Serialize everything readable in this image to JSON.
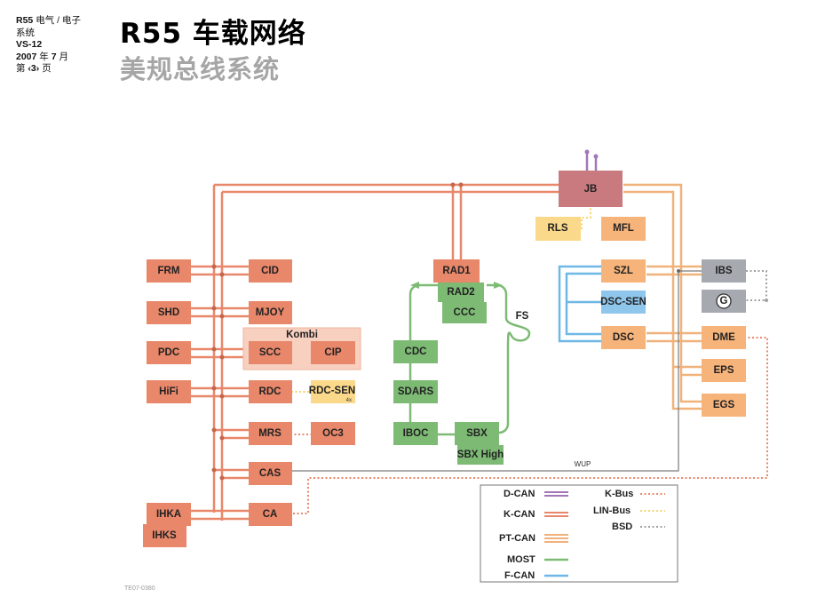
{
  "header": {
    "line1_a": "R55",
    "line1_b": "电气 / 电子",
    "line2": "系统",
    "line3": "VS-12",
    "line4_year": "2007",
    "line4_mid": "年",
    "line4_month": "7",
    "line4_end": "月",
    "line5_a": "第",
    "line5_num": "‹3›",
    "line5_b": "页"
  },
  "title": "R55 车载网络",
  "subtitle": "美规总线系统",
  "modules": {
    "frm": "FRM",
    "shd": "SHD",
    "pdc": "PDC",
    "hifi": "HiFi",
    "ihka": "IHKA",
    "ihks": "IHKS",
    "cid": "CID",
    "mjoy": "MJOY",
    "kombi": "Kombi",
    "scc": "SCC",
    "cip": "CIP",
    "rdc": "RDC",
    "rdc_sen": "RDC-SEN",
    "rdc_sen_sub": "4x",
    "mrs": "MRS",
    "oc3": "OC3",
    "cas": "CAS",
    "ca": "CA",
    "rad1": "RAD1",
    "rad2": "RAD2",
    "ccc": "CCC",
    "fs": "FS",
    "cdc": "CDC",
    "sdars": "SDARS",
    "iboc": "IBOC",
    "sbx": "SBX",
    "sbx_high": "SBX High",
    "jb": "JB",
    "rls": "RLS",
    "mfl": "MFL",
    "szl": "SZL",
    "dsc_sen": "DSC-SEN",
    "dsc": "DSC",
    "ibs": "IBS",
    "gen": "G",
    "dme": "DME",
    "eps": "EPS",
    "egs": "EGS",
    "wup": "WUP"
  },
  "legend": {
    "dcan": "D-CAN",
    "kcan": "K-CAN",
    "ptcan": "PT-CAN",
    "most": "MOST",
    "fcan": "F-CAN",
    "kbus": "K-Bus",
    "linbus": "LIN-Bus",
    "bsd": "BSD"
  },
  "figure_code": "TE07-0380",
  "colors": {
    "kcan": "#e8876a",
    "ptcan": "#f0b27a",
    "most": "#7dbb74",
    "fcan": "#6fb8e6",
    "dcan": "#a276b8",
    "gray": "#9a9a9a",
    "kbus": "#e8876a",
    "linbus": "#f6d36e",
    "module_orange": "#e8876a",
    "module_green": "#7dbb74",
    "module_jb": "#c97a7e",
    "module_gray": "#a7a9b1",
    "module_yellow": "#fbd98a",
    "module_lightorange": "#f7b47a",
    "module_blue": "#8ec6ec",
    "kombi_bg": "#f8d0c0"
  }
}
